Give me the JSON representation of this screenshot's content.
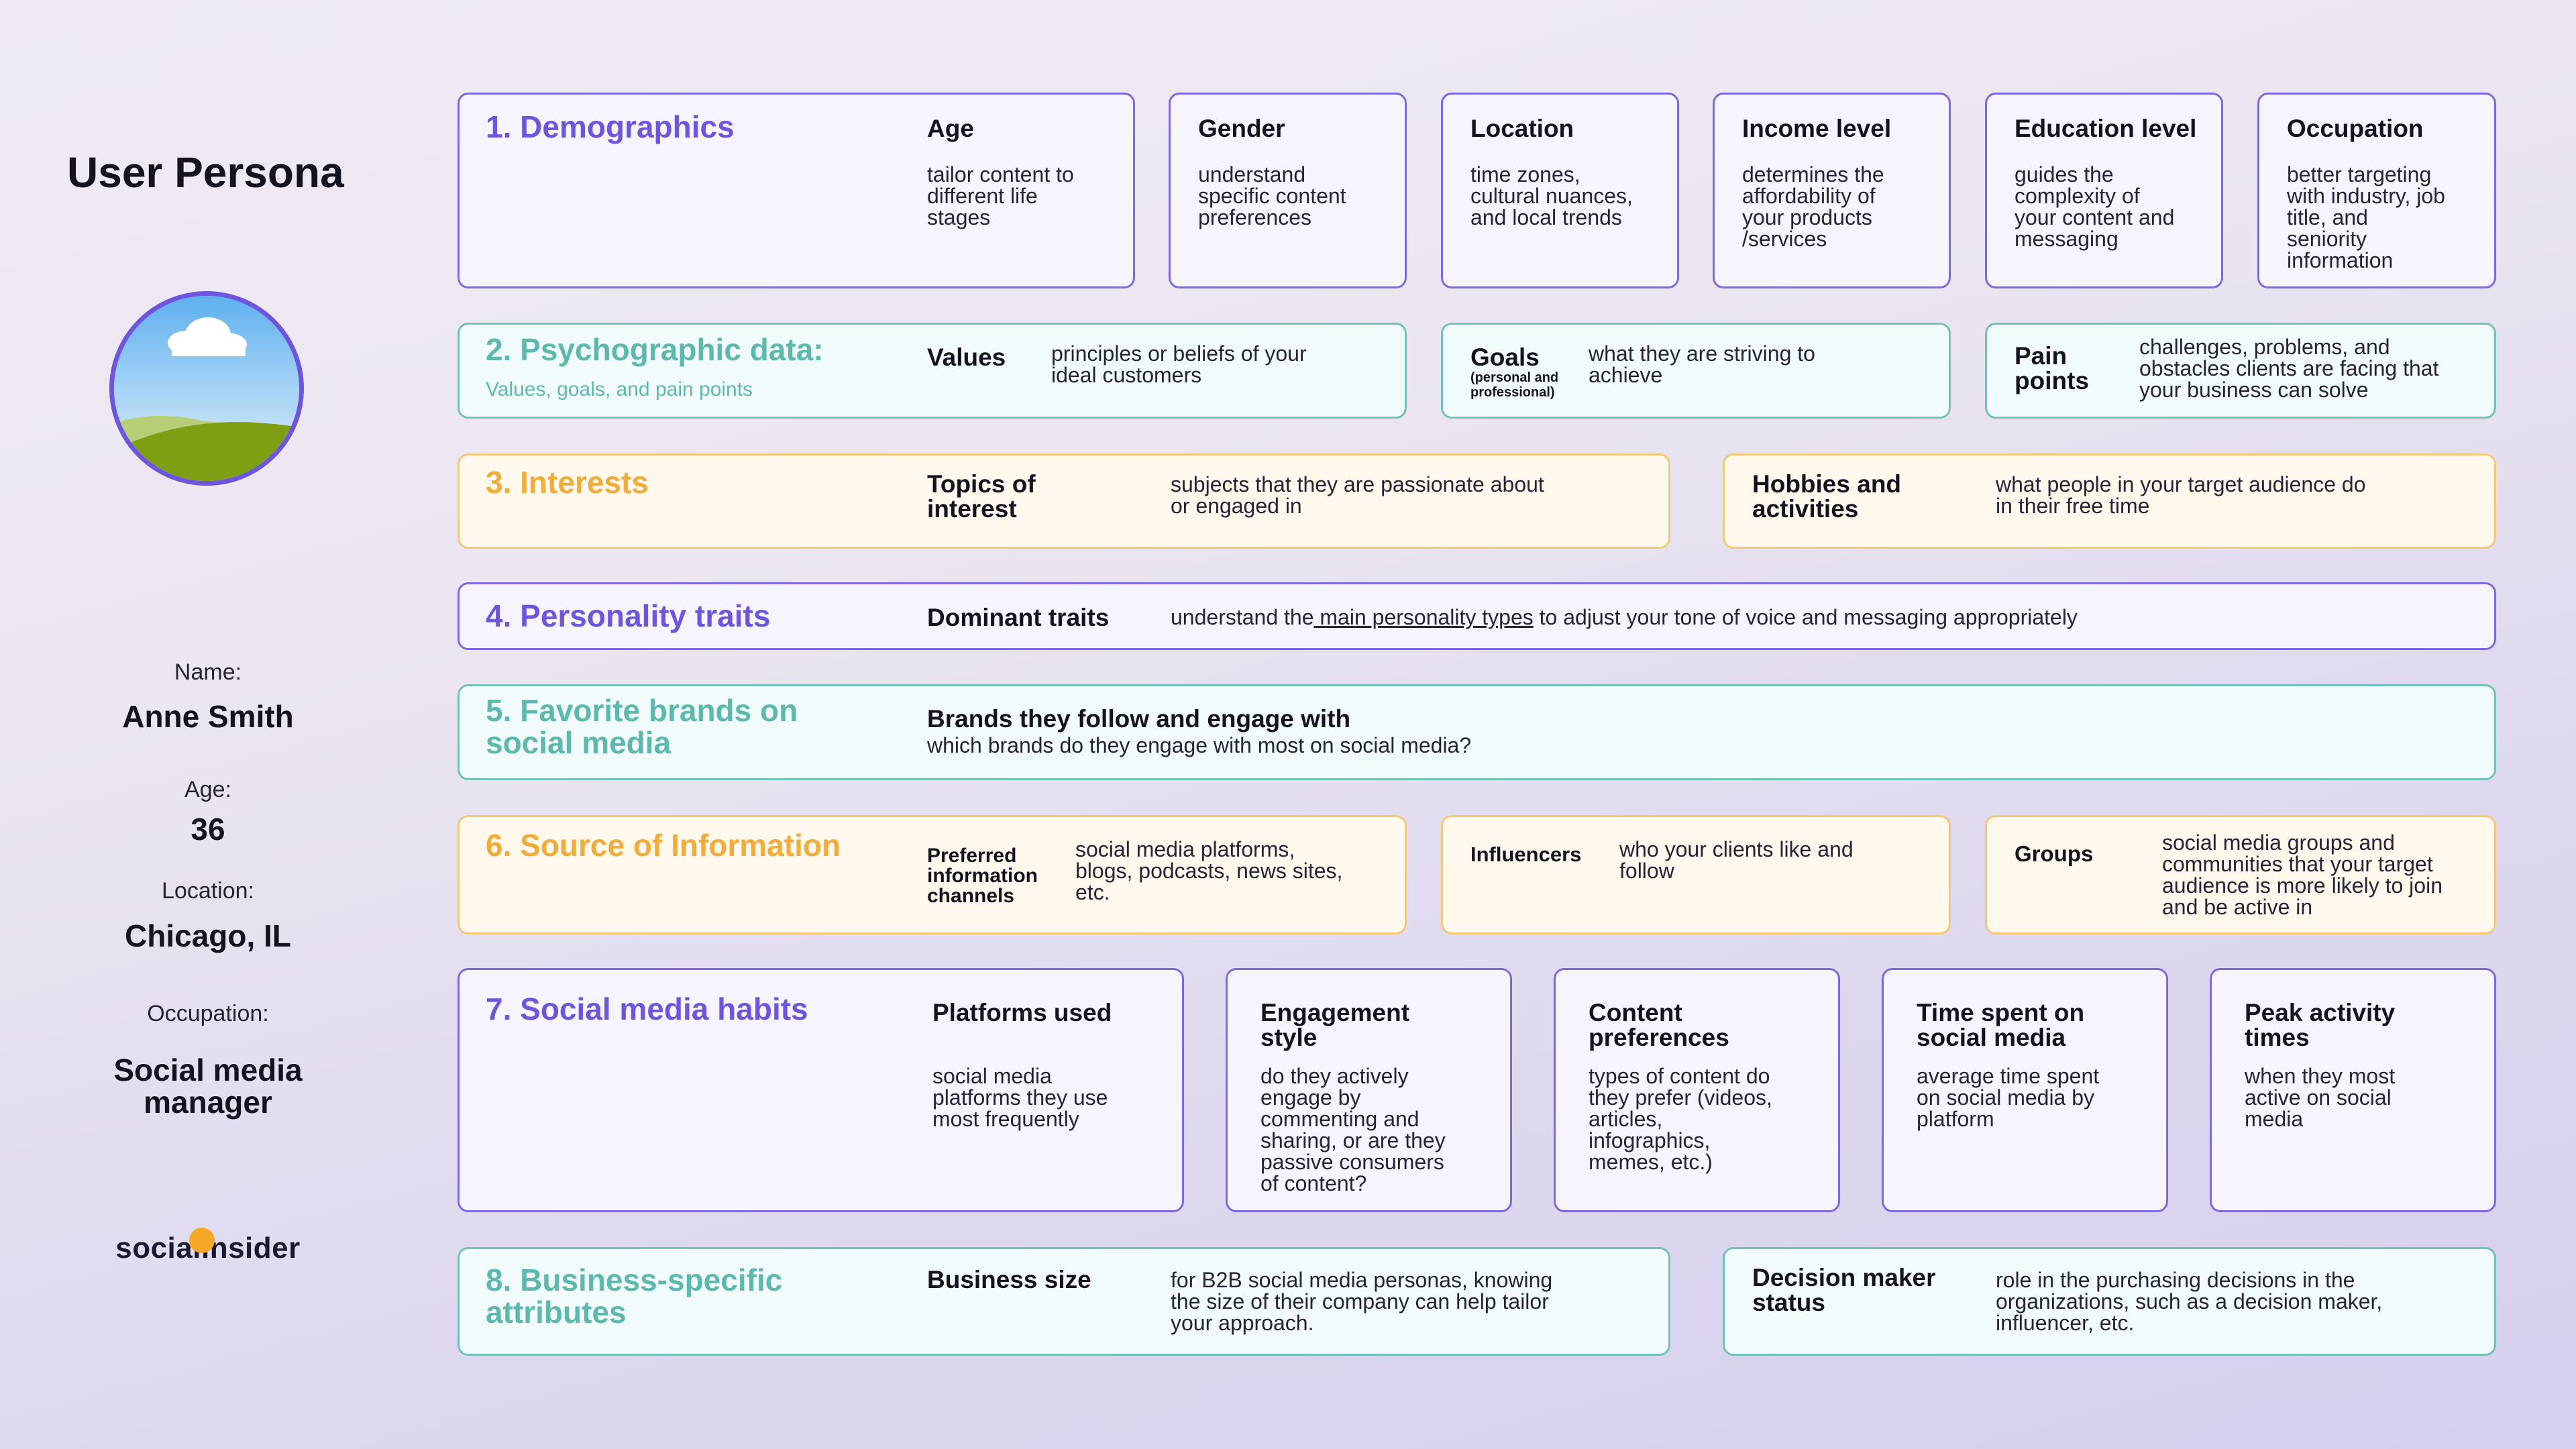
{
  "title": "User Persona",
  "profile": {
    "name_label": "Name:",
    "name": "Anne Smith",
    "age_label": "Age:",
    "age": "36",
    "location_label": "Location:",
    "location": "Chicago, IL",
    "occupation_label": "Occupation:",
    "occupation_1": "Social media",
    "occupation_2": "manager"
  },
  "logo": {
    "text_a": "social",
    "text_b": "insider"
  },
  "s1": {
    "title": "1. Demographics",
    "age": {
      "label": "Age",
      "d1": "tailor content to",
      "d2": "different life",
      "d3": "stages"
    },
    "gender": {
      "label": "Gender",
      "d1": "understand",
      "d2": "specific content",
      "d3": "preferences"
    },
    "location": {
      "label": "Location",
      "d1": "time zones,",
      "d2": "cultural nuances,",
      "d3": "and local trends"
    },
    "income": {
      "label": "Income level",
      "d1": "determines the",
      "d2": "affordability of",
      "d3": "your products",
      "d4": "/services"
    },
    "education": {
      "label": "Education level",
      "d1": "guides the",
      "d2": "complexity of",
      "d3": "your content and",
      "d4": "messaging"
    },
    "occupation": {
      "label": "Occupation",
      "d1": "better targeting",
      "d2": "with industry, job",
      "d3": "title, and",
      "d4": "seniority",
      "d5": "information"
    }
  },
  "s2": {
    "title": "2. Psychographic data:",
    "subtitle": "Values, goals, and pain points",
    "values": {
      "label": "Values",
      "d1": "principles or beliefs of your",
      "d2": "ideal customers"
    },
    "goals": {
      "label": "Goals",
      "sub1": "(personal and",
      "sub2": "professional)",
      "d1": "what they are striving to",
      "d2": "achieve"
    },
    "pain": {
      "label1": "Pain",
      "label2": "points",
      "d1": "challenges, problems, and",
      "d2": "obstacles clients are facing that",
      "d3": "your business can solve"
    }
  },
  "s3": {
    "title": "3. Interests",
    "topics": {
      "label1": "Topics of",
      "label2": "interest",
      "d1": "subjects that they are passionate about",
      "d2": "or engaged in"
    },
    "hobbies": {
      "label1": "Hobbies and",
      "label2": "activities",
      "d1": "what people in your target audience do",
      "d2": "in their free time"
    }
  },
  "s4": {
    "title": "4. Personality traits",
    "label": "Dominant traits",
    "d_pre": "understand the",
    "d_link": " main personality types",
    "d_post": " to adjust your tone of voice and messaging appropriately"
  },
  "s5": {
    "title1": "5. Favorite brands on",
    "title2": "social media",
    "label": "Brands they follow and engage with",
    "desc": "which brands do they engage with most on social media?"
  },
  "s6": {
    "title": "6. Source of Information",
    "channels": {
      "label1": "Preferred",
      "label2": "information",
      "label3": "channels",
      "d1": "social media platforms,",
      "d2": "blogs, podcasts, news sites,",
      "d3": "etc."
    },
    "influencers": {
      "label": "Influencers",
      "d1": "who your clients like and",
      "d2": "follow"
    },
    "groups": {
      "label": "Groups",
      "d1": "social media groups and",
      "d2": "communities that your target",
      "d3": "audience is more likely to join",
      "d4": "and be active in"
    }
  },
  "s7": {
    "title": "7. Social media habits",
    "platforms": {
      "label": "Platforms used",
      "d1": "social media",
      "d2": "platforms they use",
      "d3": "most frequently"
    },
    "engagement": {
      "label1": "Engagement",
      "label2": "style",
      "d1": "do they actively",
      "d2": "engage by",
      "d3": "commenting and",
      "d4": "sharing, or are they",
      "d5": "passive consumers",
      "d6": "of content?"
    },
    "content": {
      "label1": "Content",
      "label2": "preferences",
      "d1": "types of content do",
      "d2": "they prefer (videos,",
      "d3": "articles,",
      "d4": "infographics,",
      "d5": "memes, etc.)"
    },
    "time": {
      "label1": "Time spent on",
      "label2": "social media",
      "d1": "average time spent",
      "d2": "on social media by",
      "d3": "platform"
    },
    "peak": {
      "label1": "Peak activity",
      "label2": "times",
      "d1": "when they most",
      "d2": "active on social",
      "d3": "media"
    }
  },
  "s8": {
    "title1": "8. Business-specific",
    "title2": "attributes",
    "size": {
      "label": "Business size",
      "d1": "for B2B social media personas, knowing",
      "d2": "the size of their company can help tailor",
      "d3": "your approach."
    },
    "decision": {
      "label1": "Decision maker",
      "label2": "status",
      "d1": "role in the purchasing decisions in the",
      "d2": "organizations, such as a decision maker,",
      "d3": "influencer, etc."
    }
  }
}
